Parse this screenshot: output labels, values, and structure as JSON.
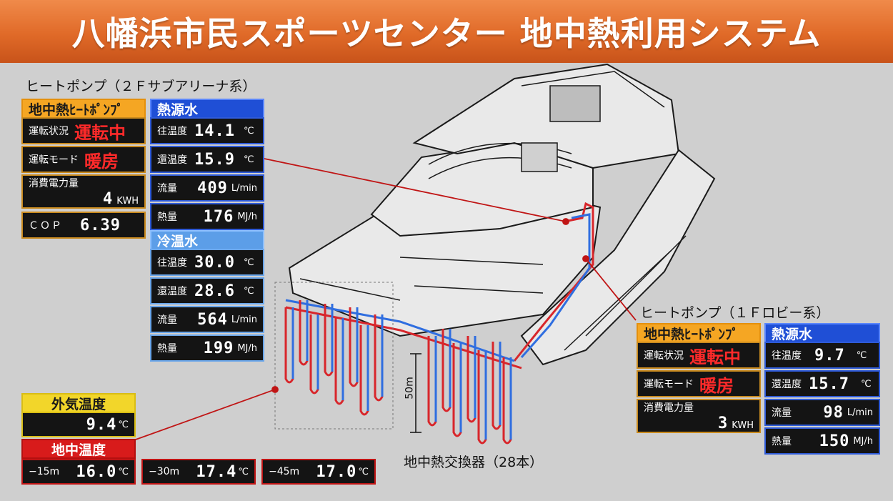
{
  "title": "八幡浜市民スポーツセンター 地中熱利用システム",
  "colors": {
    "title_bar": "#e06a28",
    "heat_pump": "#f5a623",
    "heat_source": "#1f4fd6",
    "chilled": "#5c9ee8",
    "outdoor": "#f2d62a",
    "ground": "#d81b1b",
    "status_red": "#ff2a2a"
  },
  "hp2f": {
    "caption": "ヒートポンプ（２Ｆサブアリーナ系）",
    "header": "地中熱ﾋｰﾄﾎﾟﾝﾌﾟ",
    "status_label": "運転状況",
    "status_value": "運転中",
    "mode_label": "運転モード",
    "mode_value": "暖房",
    "power_label": "消費電力量",
    "power_value": "4",
    "power_unit": "KWH",
    "cop_label": "ＣＯＰ",
    "cop_value": "6.39"
  },
  "hs2f": {
    "header": "熱源水",
    "supply_label": "往温度",
    "supply_value": "14.1",
    "supply_unit": "℃",
    "return_label": "還温度",
    "return_value": "15.9",
    "return_unit": "℃",
    "flow_label": "流量",
    "flow_value": "409",
    "flow_unit": "L/min",
    "heat_label": "熱量",
    "heat_value": "176",
    "heat_unit": "MJ/h"
  },
  "cw2f": {
    "header": "冷温水",
    "supply_label": "往温度",
    "supply_value": "30.0",
    "supply_unit": "℃",
    "return_label": "還温度",
    "return_value": "28.6",
    "return_unit": "℃",
    "flow_label": "流量",
    "flow_value": "564",
    "flow_unit": "L/min",
    "heat_label": "熱量",
    "heat_value": "199",
    "heat_unit": "MJ/h"
  },
  "hp1f": {
    "caption": "ヒートポンプ（１Ｆロビー系）",
    "header": "地中熱ﾋｰﾄﾎﾟﾝﾌﾟ",
    "status_label": "運転状況",
    "status_value": "運転中",
    "mode_label": "運転モード",
    "mode_value": "暖房",
    "power_label": "消費電力量",
    "power_value": "3",
    "power_unit": "KWH"
  },
  "hs1f": {
    "header": "熱源水",
    "supply_label": "往温度",
    "supply_value": "9.7",
    "supply_unit": "℃",
    "return_label": "還温度",
    "return_value": "15.7",
    "return_unit": "℃",
    "flow_label": "流量",
    "flow_value": "98",
    "flow_unit": "L/min",
    "heat_label": "熱量",
    "heat_value": "150",
    "heat_unit": "MJ/h"
  },
  "outdoor": {
    "header": "外気温度",
    "value": "9.4",
    "unit": "℃"
  },
  "ground": {
    "header": "地中温度",
    "readings": [
      {
        "depth": "−15m",
        "value": "16.0",
        "unit": "℃"
      },
      {
        "depth": "−30m",
        "value": "17.4",
        "unit": "℃"
      },
      {
        "depth": "−45m",
        "value": "17.0",
        "unit": "℃"
      }
    ]
  },
  "exchanger_caption": "地中熱交換器（28本）",
  "depth_label": "50m"
}
